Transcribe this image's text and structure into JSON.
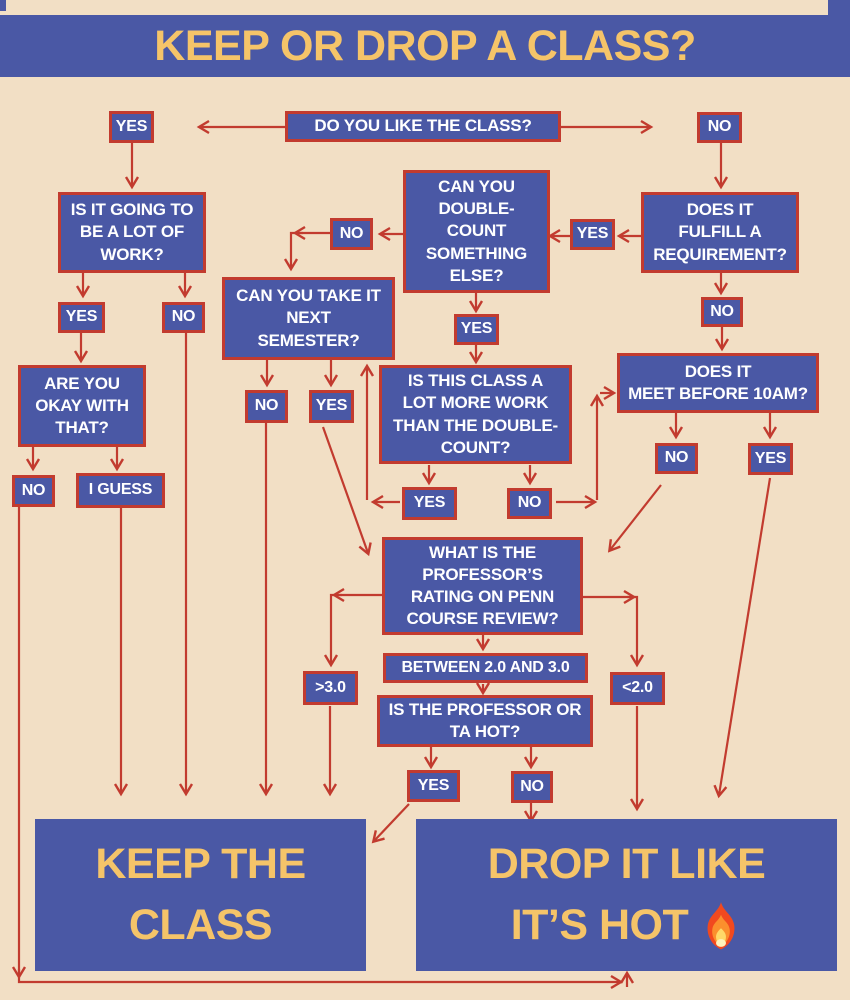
{
  "title": "KEEP OR DROP A CLASS?",
  "colors": {
    "background": "#F2DFC5",
    "panel_blue": "#4A58A5",
    "arrow_red": "#C23B2F",
    "accent_yellow": "#F5C469",
    "text_white": "#FFFFFF"
  },
  "nodes": {
    "q_like": "DO YOU LIKE THE CLASS?",
    "like_yes": "YES",
    "like_no": "NO",
    "q_work": "IS IT GOING TO\nBE A LOT OF\nWORK?",
    "work_yes": "YES",
    "work_no": "NO",
    "q_okay": "ARE YOU\nOKAY WITH\nTHAT?",
    "okay_no": "NO",
    "okay_iguess": "I GUESS",
    "q_doublecount": "CAN YOU\nDOUBLE-\nCOUNT\nSOMETHING\nELSE?",
    "dc_no": "NO",
    "dc_yes": "YES",
    "q_semester": "CAN YOU TAKE IT\nNEXT\nSEMESTER?",
    "sem_no": "NO",
    "sem_yes": "YES",
    "q_morework": "IS THIS CLASS A\nLOT MORE WORK\nTHAN THE DOUBLE-\nCOUNT?",
    "mw_yes": "YES",
    "mw_no": "NO",
    "q_requirement": "DOES IT\nFULFILL A\nREQUIREMENT?",
    "req_yes": "YES",
    "req_no": "NO",
    "q_10am": "DOES IT\nMEET BEFORE 10AM?",
    "am_no": "NO",
    "am_yes": "YES",
    "q_rating": "WHAT IS THE\nPROFESSOR’S\nRATING ON PENN\nCOURSE REVIEW?",
    "rating_high": ">3.0",
    "rating_mid": "BETWEEN 2.0 AND 3.0",
    "rating_low": "<2.0",
    "q_hot": "IS THE PROFESSOR OR\nTA HOT?",
    "hot_yes": "YES",
    "hot_no": "NO"
  },
  "outcomes": {
    "keep": "KEEP THE\nCLASS",
    "drop_line1": "DROP IT LIKE",
    "drop_line2": "IT’S HOT"
  },
  "icons": {
    "fire": "🔥"
  }
}
